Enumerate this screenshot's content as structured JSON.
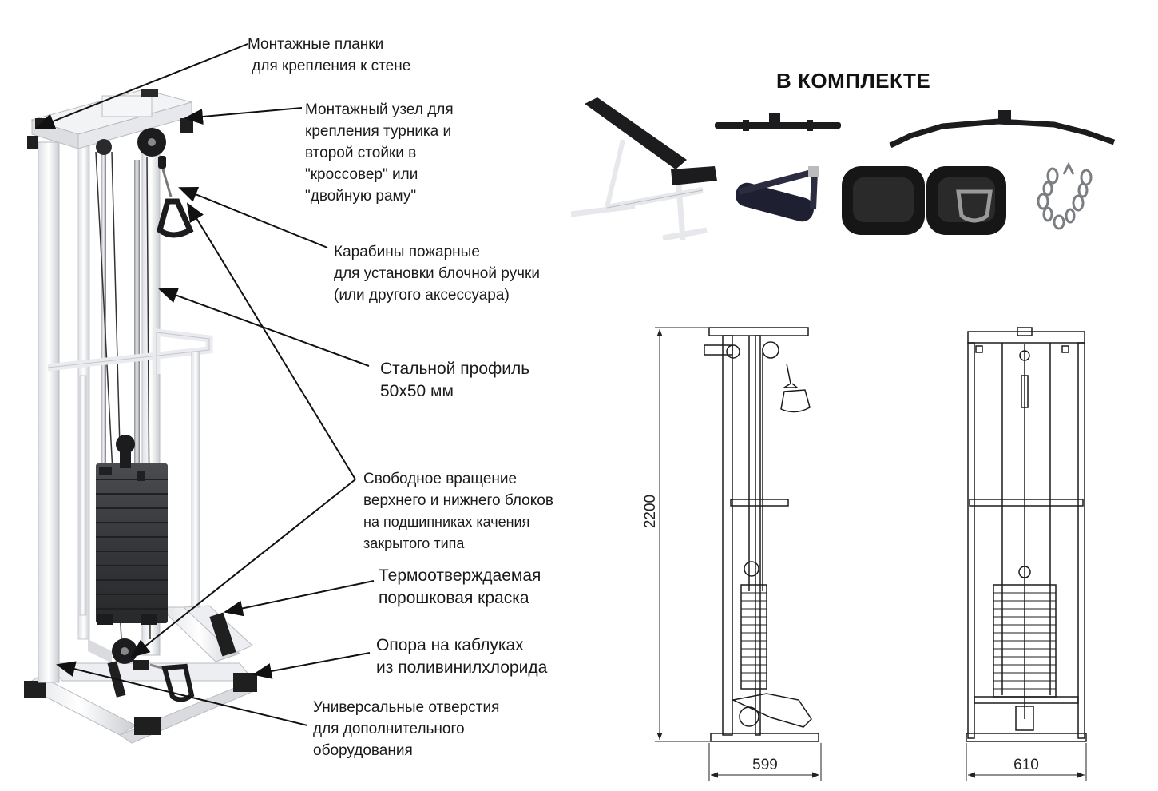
{
  "kit": {
    "title": "В КОМПЛЕКТЕ",
    "items": [
      "bench",
      "straight-bar",
      "lat-bar",
      "stirrup-handle",
      "ankle-cuffs",
      "chain"
    ]
  },
  "callouts": [
    {
      "id": "mounting-strips",
      "lines": [
        "Монтажные планки",
        " для крепления к стене"
      ]
    },
    {
      "id": "mounting-node",
      "lines": [
        "Монтажный узел для",
        "крепления турника и",
        "второй стойки в",
        "\"кроссовер\" или",
        "\"двойную раму\""
      ]
    },
    {
      "id": "carabiners",
      "lines": [
        "Карабины пожарные",
        "для установки блочной ручки",
        "(или другого аксессуара)"
      ]
    },
    {
      "id": "steel-profile",
      "lines": [
        "Стальной профиль",
        "50х50 мм"
      ]
    },
    {
      "id": "free-rotation",
      "lines": [
        "Свободное вращение",
        "верхнего и нижнего блоков",
        "на подшипниках качения",
        "закрытого типа"
      ]
    },
    {
      "id": "powder-paint",
      "lines": [
        "Термоотверждаемая",
        "порошковая краска"
      ]
    },
    {
      "id": "pvc-feet",
      "lines": [
        "Опора на каблуках",
        "из поливинилхлорида"
      ]
    },
    {
      "id": "universal-holes",
      "lines": [
        "Универсальные отверстия",
        "для дополнительного",
        "оборудования"
      ]
    }
  ],
  "dimensions": {
    "height": "2200",
    "side_width": "599",
    "front_width": "610"
  },
  "colors": {
    "frame": "#f4f5f7",
    "frame_edge": "#b9bcc2",
    "weights": "#3a3c40",
    "accessory": "#1c1c1e",
    "line": "#111111"
  }
}
